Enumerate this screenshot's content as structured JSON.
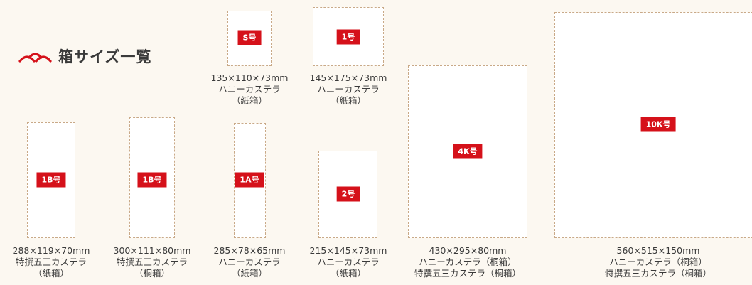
{
  "heading": {
    "title": "箱サイズ一覧",
    "icon": "mountain-arcs-icon",
    "icon_color": "#d5111a"
  },
  "accent_color": "#d5111a",
  "boxes": {
    "s": {
      "tag": "S号",
      "lines": [
        "135×110×73mm",
        "ハニーカステラ",
        "（紙箱）"
      ]
    },
    "n1": {
      "tag": "1号",
      "lines": [
        "145×175×73mm",
        "ハニーカステラ",
        "（紙箱）"
      ]
    },
    "b1a": {
      "tag": "1B号",
      "lines": [
        "288×119×70mm",
        "特撰五三カステラ",
        "（紙箱）"
      ]
    },
    "b1b": {
      "tag": "1B号",
      "lines": [
        "300×111×80mm",
        "特撰五三カステラ",
        "（桐箱）"
      ]
    },
    "a1": {
      "tag": "1A号",
      "lines": [
        "285×78×65mm",
        "ハニーカステラ",
        "（紙箱）"
      ]
    },
    "n2": {
      "tag": "2号",
      "lines": [
        "215×145×73mm",
        "ハニーカステラ",
        "（紙箱）"
      ]
    },
    "k4": {
      "tag": "4K号",
      "lines": [
        "430×295×80mm",
        "ハニーカステラ（桐箱）",
        "特撰五三カステラ（桐箱）"
      ]
    },
    "k10": {
      "tag": "10K号",
      "lines": [
        "560×515×150mm",
        "ハニーカステラ（桐箱）",
        "特撰五三カステラ（桐箱）"
      ]
    }
  }
}
